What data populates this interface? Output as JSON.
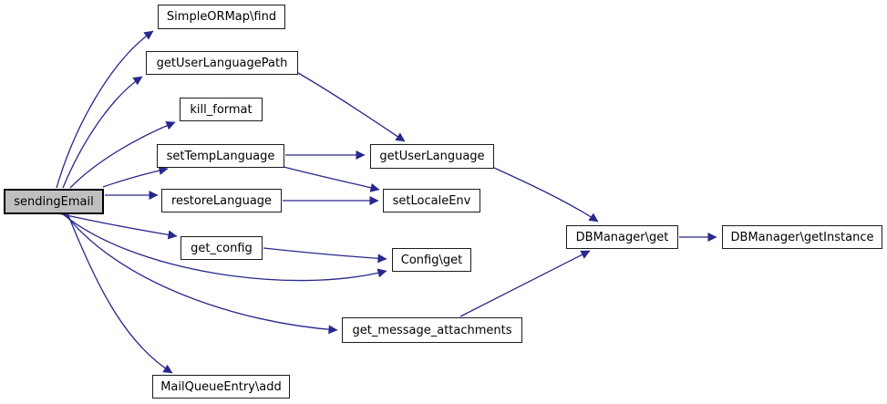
{
  "diagram": {
    "type": "call-graph",
    "background_color": "#ffffff",
    "edge_color": "#28288c",
    "node_fill": "#ffffff",
    "node_border_color": "#1c1c1c",
    "focus_node_fill": "#bfbfbf",
    "nodes": {
      "sendingemail": {
        "label": "sendingEmail"
      },
      "simpleormap_find": {
        "label": "SimpleORMap\\find"
      },
      "getuserlanguagepath": {
        "label": "getUserLanguagePath"
      },
      "kill_format": {
        "label": "kill_format"
      },
      "settemplanguage": {
        "label": "setTempLanguage"
      },
      "getuserlanguage": {
        "label": "getUserLanguage"
      },
      "restorelanguage": {
        "label": "restoreLanguage"
      },
      "setlocaleenv": {
        "label": "setLocaleEnv"
      },
      "get_config": {
        "label": "get_config"
      },
      "config_get": {
        "label": "Config\\get"
      },
      "dbmanager_get": {
        "label": "DBManager\\get"
      },
      "dbmanager_getinstance": {
        "label": "DBManager\\getInstance"
      },
      "get_message_attachments": {
        "label": "get_message_attachments"
      },
      "mailqueueentry_add": {
        "label": "MailQueueEntry\\add"
      }
    },
    "edges": [
      {
        "from": "sendingEmail",
        "to": "SimpleORMap\\find"
      },
      {
        "from": "sendingEmail",
        "to": "getUserLanguagePath"
      },
      {
        "from": "sendingEmail",
        "to": "kill_format"
      },
      {
        "from": "sendingEmail",
        "to": "setTempLanguage"
      },
      {
        "from": "sendingEmail",
        "to": "restoreLanguage"
      },
      {
        "from": "sendingEmail",
        "to": "get_config"
      },
      {
        "from": "sendingEmail",
        "to": "Config\\get"
      },
      {
        "from": "sendingEmail",
        "to": "get_message_attachments"
      },
      {
        "from": "sendingEmail",
        "to": "MailQueueEntry\\add"
      },
      {
        "from": "getUserLanguagePath",
        "to": "getUserLanguage"
      },
      {
        "from": "setTempLanguage",
        "to": "getUserLanguage"
      },
      {
        "from": "setTempLanguage",
        "to": "setLocaleEnv"
      },
      {
        "from": "restoreLanguage",
        "to": "setLocaleEnv"
      },
      {
        "from": "get_config",
        "to": "Config\\get"
      },
      {
        "from": "getUserLanguage",
        "to": "DBManager\\get"
      },
      {
        "from": "get_message_attachments",
        "to": "DBManager\\get"
      },
      {
        "from": "DBManager\\get",
        "to": "DBManager\\getInstance"
      }
    ]
  }
}
